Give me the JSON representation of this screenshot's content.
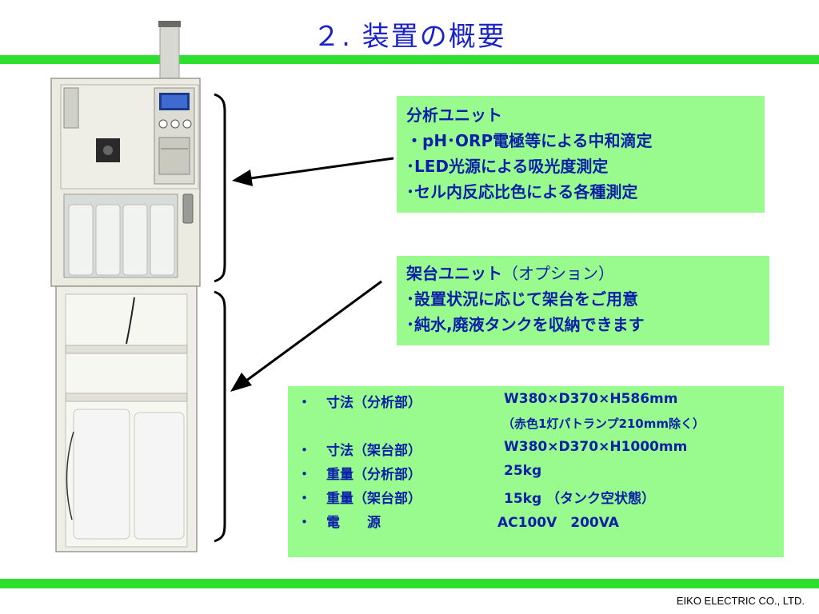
{
  "page": {
    "title": "２. 装置の概要",
    "footer": "EIKO ELECTRIC CO., LTD."
  },
  "analysis_unit": {
    "heading": "分析ユニット",
    "items": [
      "・pH･ORP電極等による中和滴定",
      "･LED光源による吸光度測定",
      "･セル内反応比色による各種測定"
    ]
  },
  "stand_unit": {
    "heading": "架台ユニット",
    "heading_suffix": "（オプション）",
    "items": [
      "･設置状況に応じて架台をご用意",
      "･純水,廃液タンクを収納できます"
    ]
  },
  "specs": {
    "bullet": "・",
    "rows": [
      {
        "label": "寸法（分析部）",
        "value": "W380×D370×H586mm"
      },
      {
        "label": "寸法（架台部）",
        "value": "W380×D370×H1000mm"
      },
      {
        "label": "重量（分析部）",
        "value": "25kg"
      },
      {
        "label": "重量（架台部）",
        "value": "15kg （タンク空状態）"
      },
      {
        "label": "電　　源",
        "value": "AC100V　200VA"
      }
    ],
    "note": "（赤色1灯パトランプ210mm除く）"
  },
  "colors": {
    "title": "#1a23c8",
    "bar": "#2ee02e",
    "box": "#99fa8e",
    "box_text": "#0a1fa8"
  }
}
